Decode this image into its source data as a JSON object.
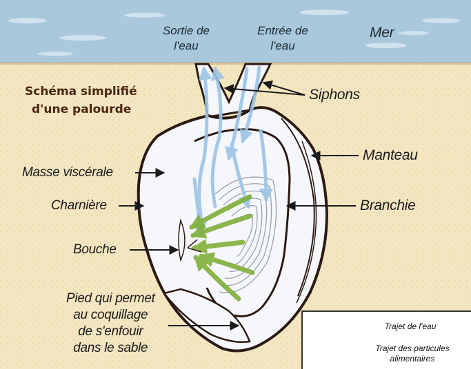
{
  "title": {
    "line1": "Schéma simplifié",
    "line2": "d'une palourde"
  },
  "labels": {
    "sortie_line1": "Sortie de",
    "sortie_line2": "l'eau",
    "entree_line1": "Entrée de",
    "entree_line2": "l'eau",
    "mer": "Mer",
    "siphons": "Siphons",
    "manteau": "Manteau",
    "branchie": "Branchie",
    "masse_viscerale": "Masse viscérale",
    "charniere": "Charnière",
    "bouche": "Bouche",
    "pied": [
      "Pied qui permet",
      "au coquillage",
      "de s'enfouir",
      "dans le sable"
    ]
  },
  "legend": {
    "water_path": "Trajet de l'eau",
    "particles_line1": "Trajet des particules",
    "particles_line2": "alimentaires"
  },
  "colors": {
    "sea": "#a9c8dc",
    "sand": "#f3e6c1",
    "shell": "#f6f7fb",
    "outline": "#2b1a12",
    "title": "#4a2410",
    "water_arrow": "#9cc3e6",
    "food_arrow": "#7faf3a"
  }
}
